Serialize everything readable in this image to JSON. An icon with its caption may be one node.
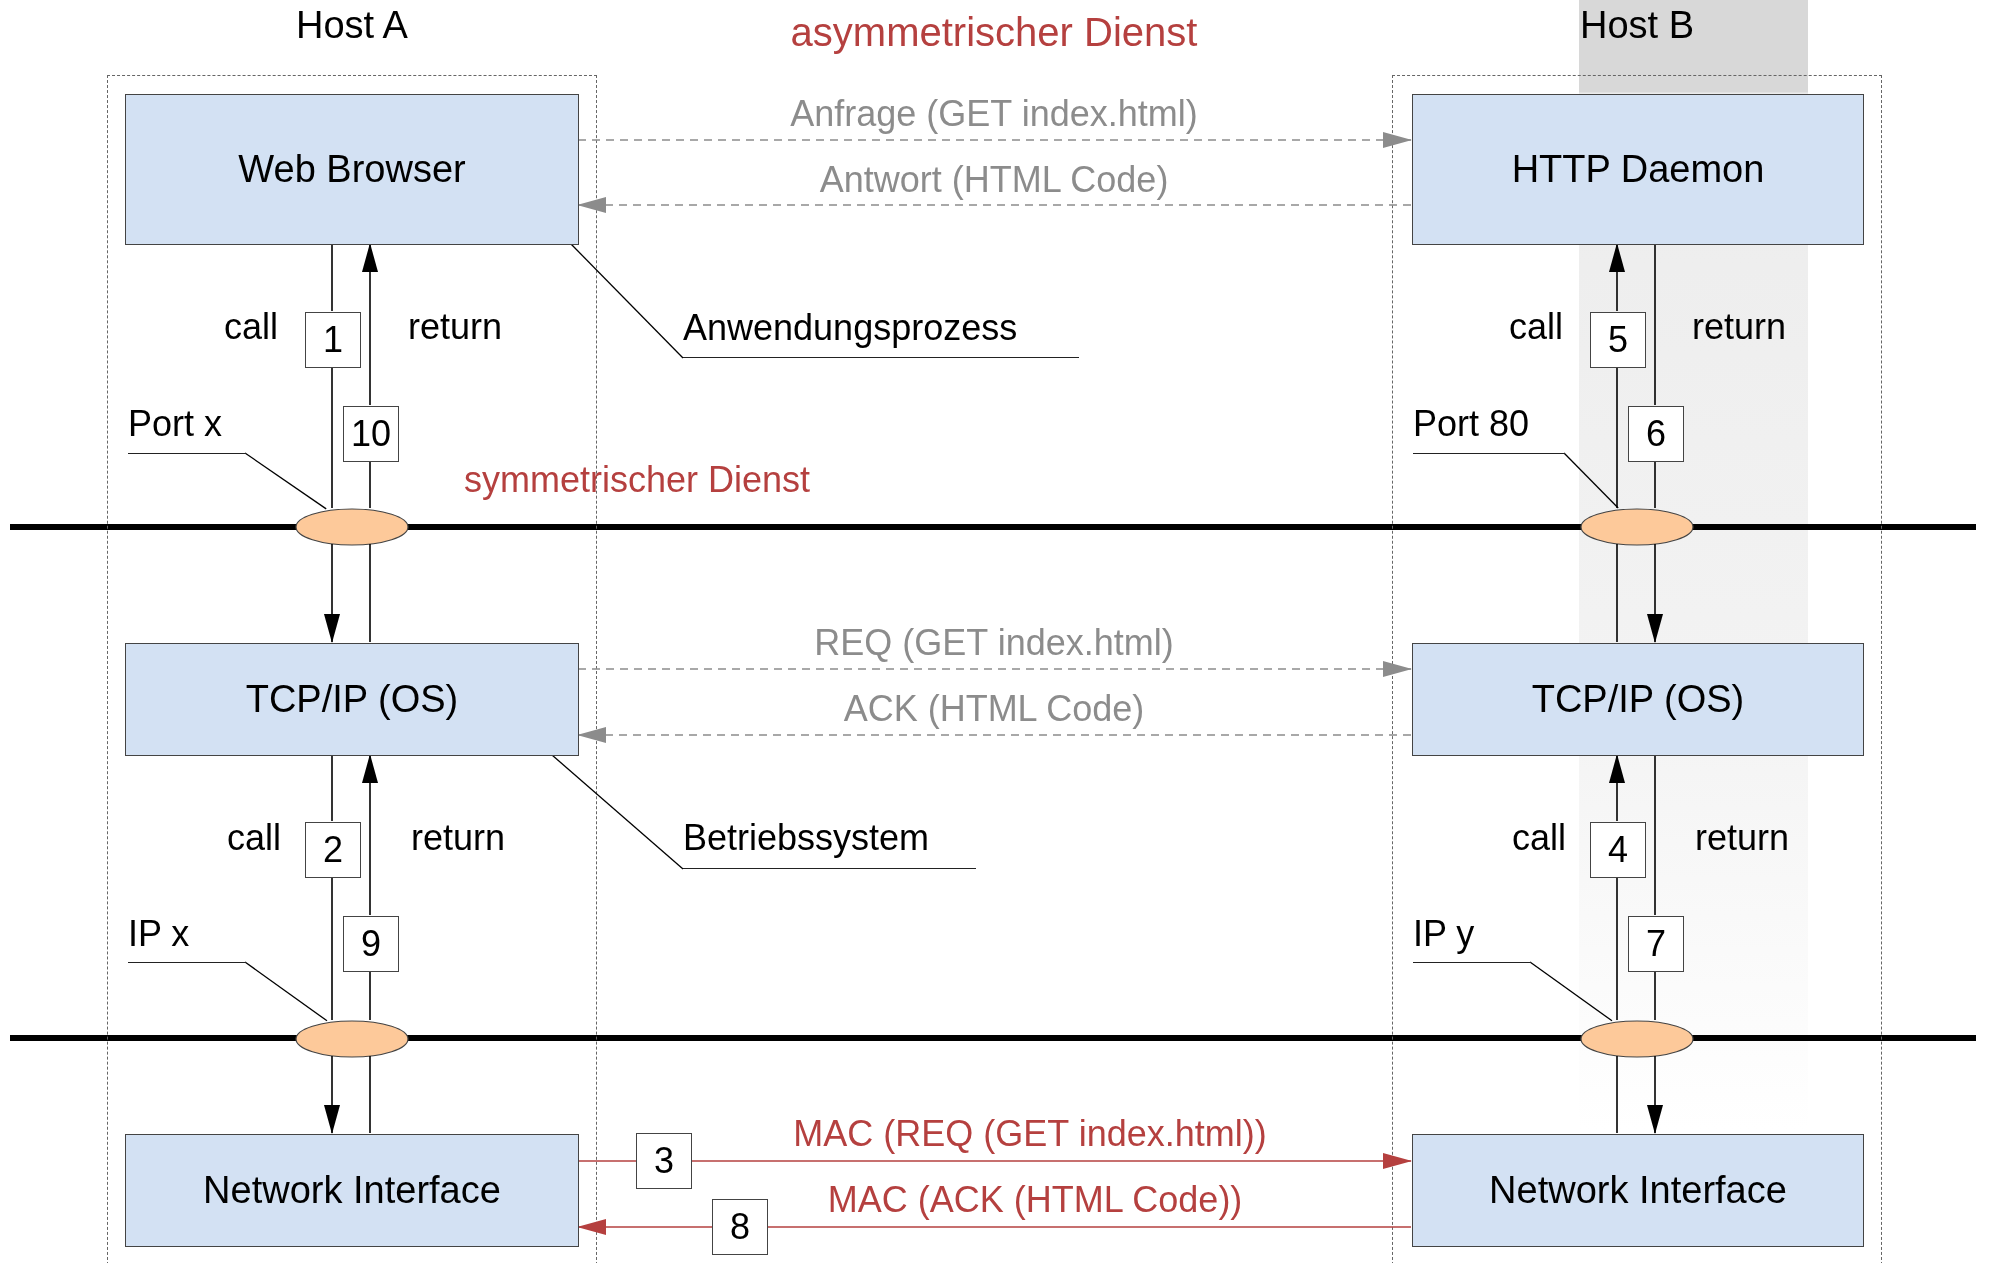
{
  "diagram": {
    "nodes": [
      {
        "text": [
          "Host A"
        ]
      },
      {
        "text": [
          "Web Browser"
        ],
        "in": 0
      },
      {
        "text": [
          "1"
        ],
        "in": 0
      },
      {
        "text": [
          "10"
        ],
        "in": 0
      },
      {
        "text": [
          "Port x"
        ],
        "in": 0
      },
      {
        "text": [],
        "shape": "ellipse",
        "in": 0
      },
      {
        "text": [
          "TCP/IP (OS)"
        ],
        "in": 0
      },
      {
        "text": [
          "2"
        ],
        "in": 0
      },
      {
        "text": [
          "9"
        ],
        "in": 0
      },
      {
        "text": [
          "IP x"
        ],
        "in": 0
      },
      {
        "text": [],
        "shape": "ellipse",
        "in": 0
      },
      {
        "text": [
          "Network Interface"
        ],
        "in": 0
      },
      {
        "text": [
          "Host B"
        ]
      },
      {
        "text": [
          "HTTP Daemon"
        ],
        "in": 12
      },
      {
        "text": [
          "5"
        ],
        "in": 12
      },
      {
        "text": [
          "6"
        ],
        "in": 12
      },
      {
        "text": [
          "Port 80"
        ],
        "in": 12
      },
      {
        "text": [],
        "shape": "ellipse",
        "in": 12
      },
      {
        "text": [
          "TCP/IP (OS)"
        ],
        "in": 12
      },
      {
        "text": [
          "4"
        ],
        "in": 12
      },
      {
        "text": [
          "7"
        ],
        "in": 12
      },
      {
        "text": [
          "IP y"
        ],
        "in": 12
      },
      {
        "text": [],
        "shape": "ellipse",
        "in": 12
      },
      {
        "text": [
          "Network Interface"
        ],
        "in": 12
      },
      {
        "text": [
          "Anwendungsprozess"
        ]
      },
      {
        "text": [
          "Betriebssystem"
        ]
      },
      {
        "text": [
          "3"
        ]
      },
      {
        "text": [
          "8"
        ]
      }
    ],
    "edges": [
      {
        "from": 1,
        "to": 2,
        "arrow": "none"
      },
      {
        "from": 2,
        "to": 5,
        "arrow": "none"
      },
      {
        "from": 5,
        "to": 6,
        "arrow": "to"
      },
      {
        "from": 6,
        "to": 5,
        "arrow": "none"
      },
      {
        "from": 5,
        "to": 3,
        "arrow": "none"
      },
      {
        "from": 3,
        "to": 1,
        "arrow": "to"
      },
      {
        "from": 6,
        "to": 7,
        "arrow": "none"
      },
      {
        "from": 7,
        "to": 10,
        "arrow": "none"
      },
      {
        "from": 10,
        "to": 11,
        "arrow": "to"
      },
      {
        "from": 11,
        "to": 10,
        "arrow": "none"
      },
      {
        "from": 10,
        "to": 8,
        "arrow": "none"
      },
      {
        "from": 8,
        "to": 6,
        "arrow": "to"
      },
      {
        "from": 18,
        "to": 17,
        "arrow": "none"
      },
      {
        "from": 17,
        "to": 14,
        "arrow": "none"
      },
      {
        "from": 14,
        "to": 13,
        "arrow": "to"
      },
      {
        "from": 13,
        "to": 15,
        "arrow": "none"
      },
      {
        "from": 15,
        "to": 17,
        "arrow": "none"
      },
      {
        "from": 17,
        "to": 18,
        "arrow": "to"
      },
      {
        "from": 23,
        "to": 22,
        "arrow": "none"
      },
      {
        "from": 22,
        "to": 19,
        "arrow": "none"
      },
      {
        "from": 19,
        "to": 18,
        "arrow": "to"
      },
      {
        "from": 18,
        "to": 20,
        "arrow": "none"
      },
      {
        "from": 20,
        "to": 22,
        "arrow": "none"
      },
      {
        "from": 22,
        "to": 23,
        "arrow": "to"
      },
      {
        "from": 1,
        "to": 13,
        "arrow": "to",
        "label": "Anfrage (GET index.html)",
        "style": "dashed",
        "color": "#8c8c8c"
      },
      {
        "from": 13,
        "to": 1,
        "arrow": "to",
        "label": "Antwort (HTML Code)",
        "style": "dashed",
        "color": "#8c8c8c"
      },
      {
        "from": 6,
        "to": 18,
        "arrow": "to",
        "label": "REQ (GET index.html)",
        "style": "dashed",
        "color": "#8c8c8c"
      },
      {
        "from": 18,
        "to": 6,
        "arrow": "to",
        "label": "ACK (HTML Code)",
        "style": "dashed",
        "color": "#8c8c8c"
      },
      {
        "from": 11,
        "to": 26,
        "arrow": "none",
        "color": "#b5403f"
      },
      {
        "from": 26,
        "to": 23,
        "arrow": "to",
        "label": "MAC (REQ (GET index.html))",
        "color": "#b5403f"
      },
      {
        "from": 23,
        "to": 27,
        "arrow": "none",
        "label": "MAC (ACK (HTML Code))",
        "color": "#b5403f"
      },
      {
        "from": 27,
        "to": 11,
        "arrow": "to",
        "color": "#b5403f"
      },
      {
        "from": 4,
        "to": 5,
        "arrow": "none"
      },
      {
        "from": 9,
        "to": 10,
        "arrow": "none"
      },
      {
        "from": 16,
        "to": 17,
        "arrow": "none"
      },
      {
        "from": 21,
        "to": 22,
        "arrow": "none"
      },
      {
        "from": 24,
        "to": 1,
        "arrow": "none"
      },
      {
        "from": 25,
        "to": 6,
        "arrow": "none"
      }
    ],
    "labels": [
      "asymmetrischer Dienst",
      "call",
      "return",
      "call",
      "return",
      "symmetrischer Dienst",
      "call",
      "return",
      "call",
      "return"
    ]
  }
}
